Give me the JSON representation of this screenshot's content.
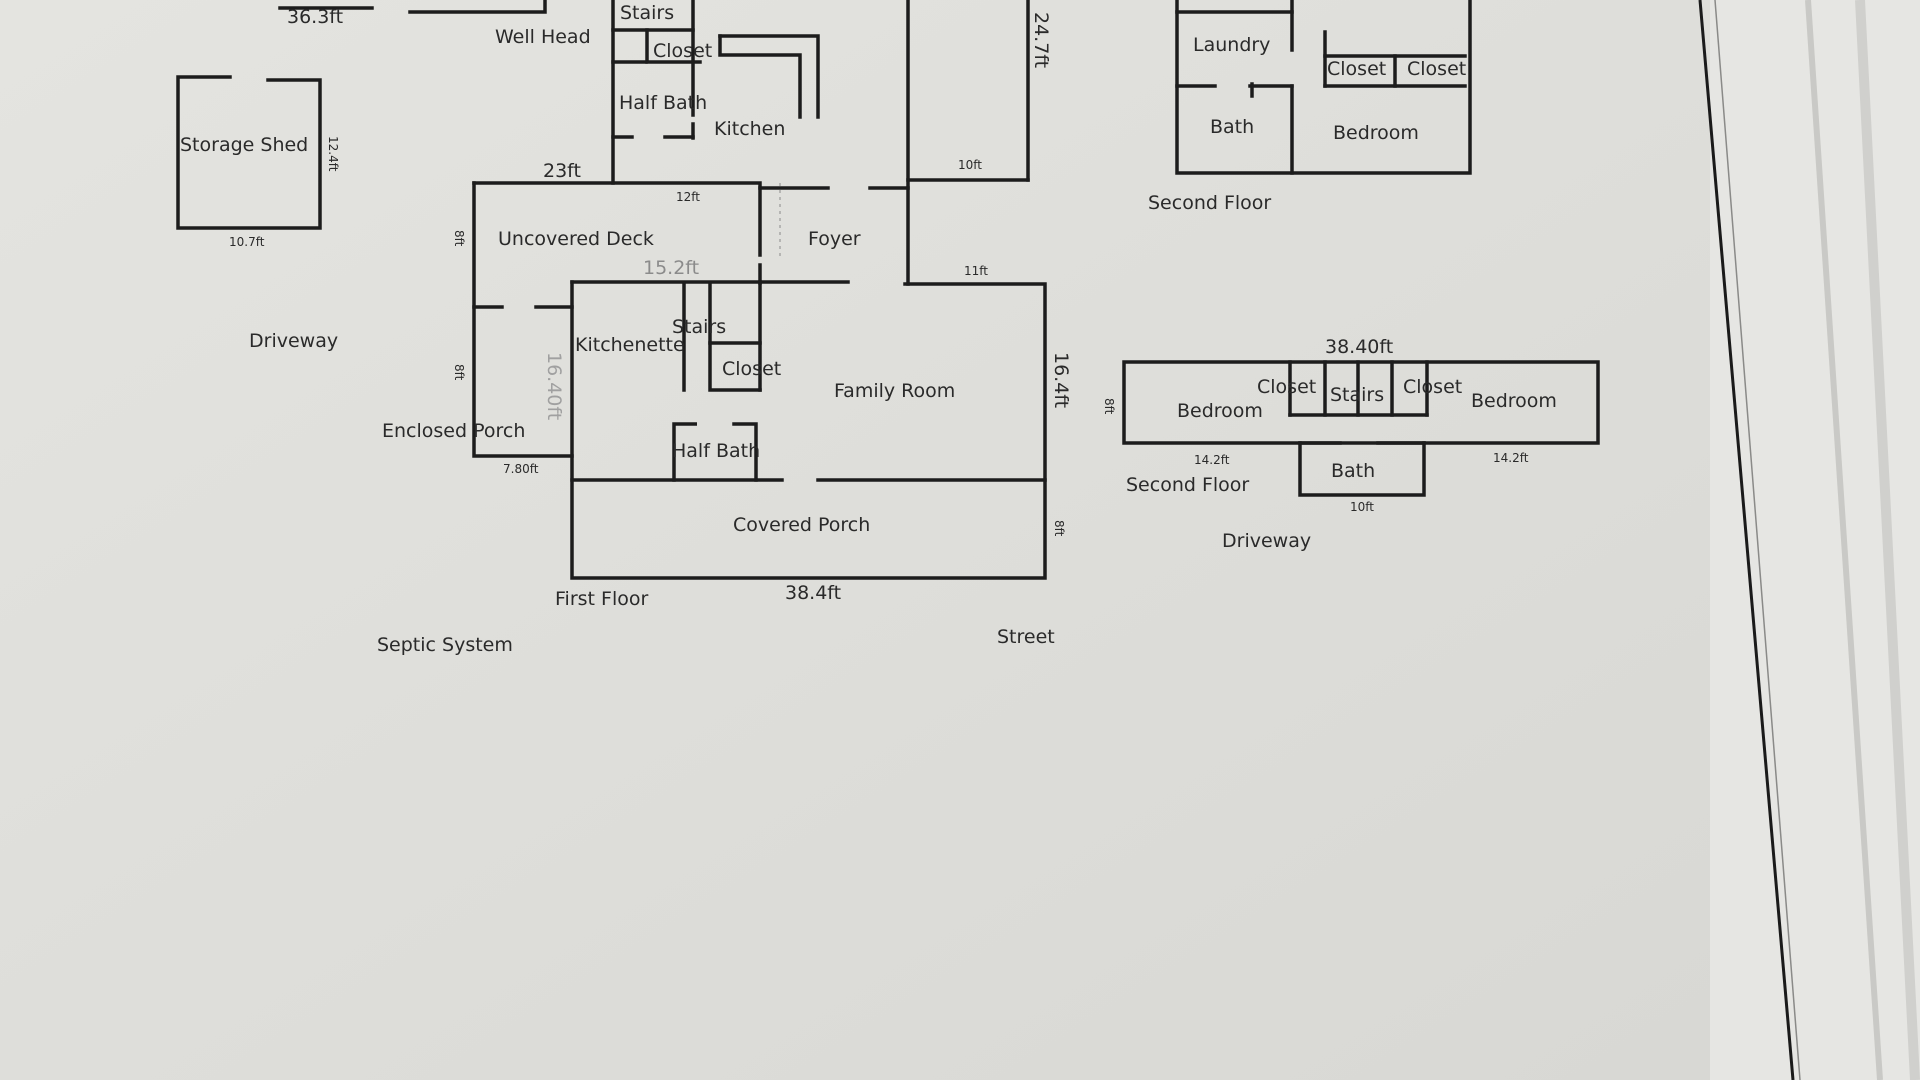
{
  "plan": {
    "top": {
      "dim_top": "36.3ft",
      "well_head": "Well Head",
      "stairs": "Stairs",
      "closet": "Closet",
      "half_bath": "Half Bath",
      "kitchen": "Kitchen",
      "dim_24_7": "24.7ft",
      "dim_10": "10ft",
      "dim_23": "23ft",
      "dim_12": "12ft"
    },
    "storage_shed": {
      "label": "Storage Shed",
      "width": "10.7ft",
      "depth": "12.4ft"
    },
    "driveway_left": "Driveway",
    "first_floor": {
      "uncovered_deck": "Uncovered Deck",
      "deck_width": "15.2ft",
      "deck_side": "8ft",
      "foyer": "Foyer",
      "dim_11": "11ft",
      "kitchenette": "Kitchenette",
      "stairs": "Stairs",
      "closet": "Closet",
      "family_room": "Family Room",
      "dim_16_4_right": "16.4ft",
      "dim_16_4_inner": "16.40ft",
      "half_bath": "Half Bath",
      "enclosed_porch": "Enclosed Porch",
      "enclosed_width": "7.80ft",
      "enclosed_side": "8ft",
      "covered_porch": "Covered Porch",
      "covered_side": "8ft",
      "dim_38_4": "38.4ft",
      "caption": "First Floor"
    },
    "septic": "Septic System",
    "street": "Street",
    "second_floor_a": {
      "laundry": "Laundry",
      "closet_1": "Closet",
      "closet_2": "Closet",
      "bath": "Bath",
      "bedroom": "Bedroom",
      "caption": "Second Floor"
    },
    "second_floor_b": {
      "dim_top": "38.40ft",
      "bedroom_left": "Bedroom",
      "closet_left": "Closet",
      "stairs": "Stairs",
      "closet_right": "Closet",
      "bedroom_right": "Bedroom",
      "dim_left": "14.2ft",
      "dim_right": "14.2ft",
      "bath": "Bath",
      "bath_width": "10ft",
      "side": "8ft",
      "caption": "Second Floor",
      "driveway": "Driveway"
    }
  }
}
